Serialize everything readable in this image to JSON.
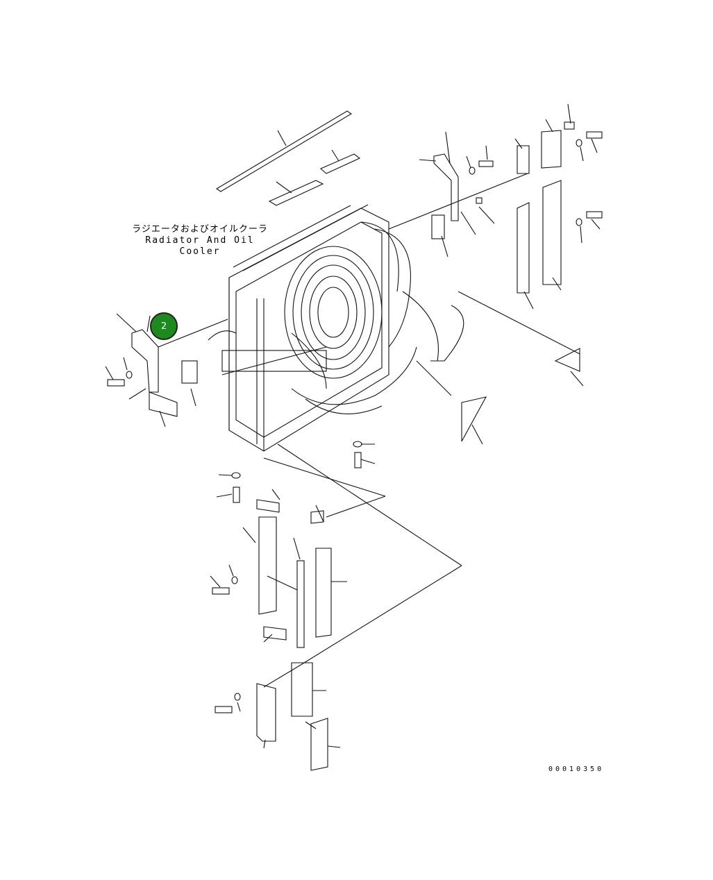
{
  "title_jp": "ラジエータおよびオイルクーラ",
  "title_en": "Radiator And Oil Cooler",
  "drawing_number": "00010350",
  "callout": {
    "label": "2",
    "color": "#1d8a1d"
  },
  "icons": [
    "bolt-icon",
    "washer-icon",
    "bracket-icon",
    "fan-icon"
  ]
}
